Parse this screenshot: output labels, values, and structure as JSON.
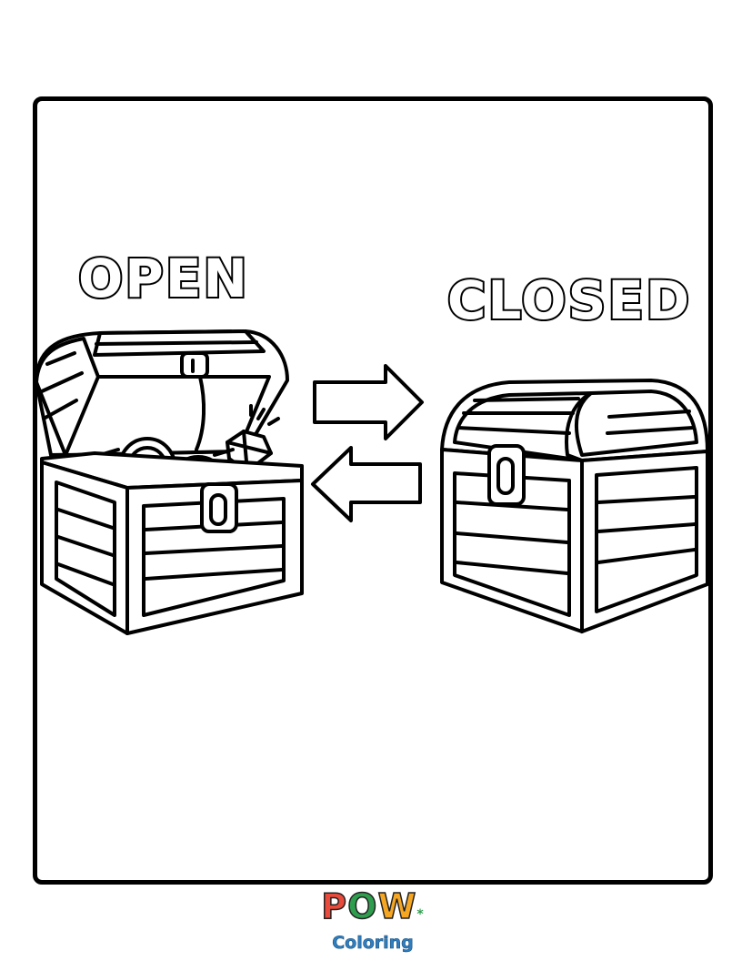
{
  "labels": {
    "open": "OPEN",
    "closed": "CLOSED"
  },
  "coin_symbol": "$",
  "logo": {
    "letters": [
      "P",
      "O",
      "W"
    ],
    "letter_colors": [
      "#e84a3b",
      "#2e9e4e",
      "#f5a623"
    ],
    "star": "*",
    "subtitle": "Coloring",
    "subtitle_color": "#2e7ec0"
  },
  "icons": [
    "open-chest-icon",
    "closed-chest-icon",
    "arrow-right-icon",
    "arrow-left-icon"
  ]
}
